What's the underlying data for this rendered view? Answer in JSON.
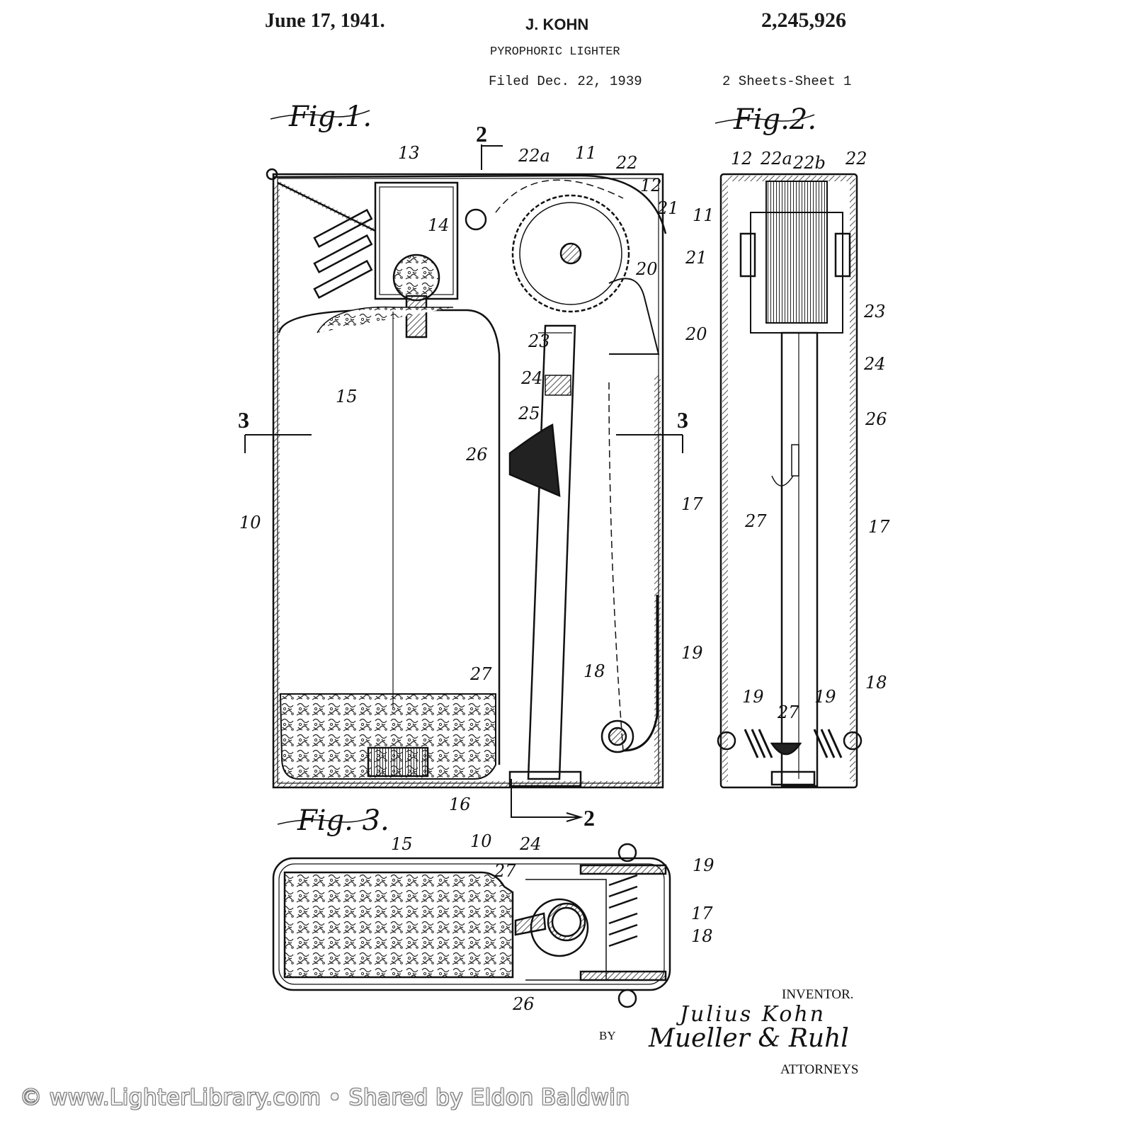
{
  "header": {
    "date": "June 17, 1941.",
    "inventor_name": "J. KOHN",
    "patent_number": "2,245,926",
    "title": "PYROPHORIC LIGHTER",
    "filed": "Filed Dec. 22, 1939",
    "sheets": "2 Sheets-Sheet 1"
  },
  "figures": {
    "fig1": {
      "title": "Fig.1.",
      "section_marks": [
        "2",
        "2",
        "3",
        "3"
      ],
      "labels": [
        "13",
        "22a",
        "11",
        "22",
        "12",
        "21",
        "14",
        "20",
        "23",
        "24",
        "25",
        "15",
        "26",
        "17",
        "10",
        "19",
        "27",
        "18",
        "16"
      ]
    },
    "fig2": {
      "title": "Fig.2.",
      "labels": [
        "12",
        "22a",
        "22b",
        "22",
        "11",
        "21",
        "23",
        "20",
        "24",
        "26",
        "27",
        "17",
        "19",
        "27",
        "19",
        "18"
      ]
    },
    "fig3": {
      "title": "Fig. 3.",
      "labels": [
        "15",
        "10",
        "24",
        "27",
        "19",
        "17",
        "18",
        "26"
      ]
    }
  },
  "signature_block": {
    "inventor_caption": "INVENTOR.",
    "inventor_signature": "Julius Kohn",
    "by": "BY",
    "attorney_signature": "Mueller & Ruhl",
    "attorneys_caption": "ATTORNEYS"
  },
  "watermark": "© www.LighterLibrary.com • Shared by Eldon Baldwin"
}
